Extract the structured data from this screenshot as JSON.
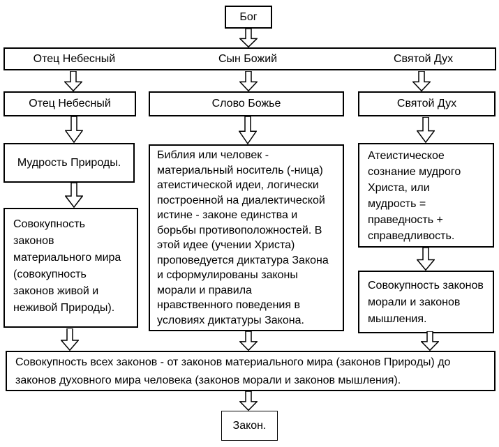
{
  "nodes": {
    "god": "Бог",
    "trinity_row": [
      "Отец Небесный",
      "Сын Божий",
      "Святой Дух"
    ],
    "father": "Отец Небесный",
    "word_of_god": "Слово Божье",
    "holy_spirit": "Святой Дух",
    "wisdom_of_nature": "Мудрость Природы.",
    "bible_text": "Библия или человек -\nматериальный носитель (-ница)\nатеистической идеи, логически\nпостроенной на диалектической\nистине - законе единства и\nборьбы противоположностей. В\nэтой идее (учении Христа)\nпроповедуется диктатура Закона\nи сформулированы законы\nморали и правила\nнравственного поведения в\nусловиях диктатуры Закона.",
    "atheistic_consciousness": "Атеистическое\nсознание мудрого\nХриста, или\nмудрость =\nправедность +\nсправедливость.",
    "material_world_laws": "Совокупность\nзаконов\nматериального мира\n(совокупность\nзаконов живой и\nнеживой Природы).",
    "moral_thinking_laws": "Совокупность законов\nморали и законов\nмышления.",
    "all_laws": "Совокупность всех законов - от законов материального мира (законов Природы) до\nзаконов духовного мира человека (законов морали и законов мышления).",
    "law": "Закон."
  },
  "colors": {
    "border": "#000000",
    "text": "#000000",
    "background": "#ffffff",
    "arrow_fill": "#ffffff"
  }
}
